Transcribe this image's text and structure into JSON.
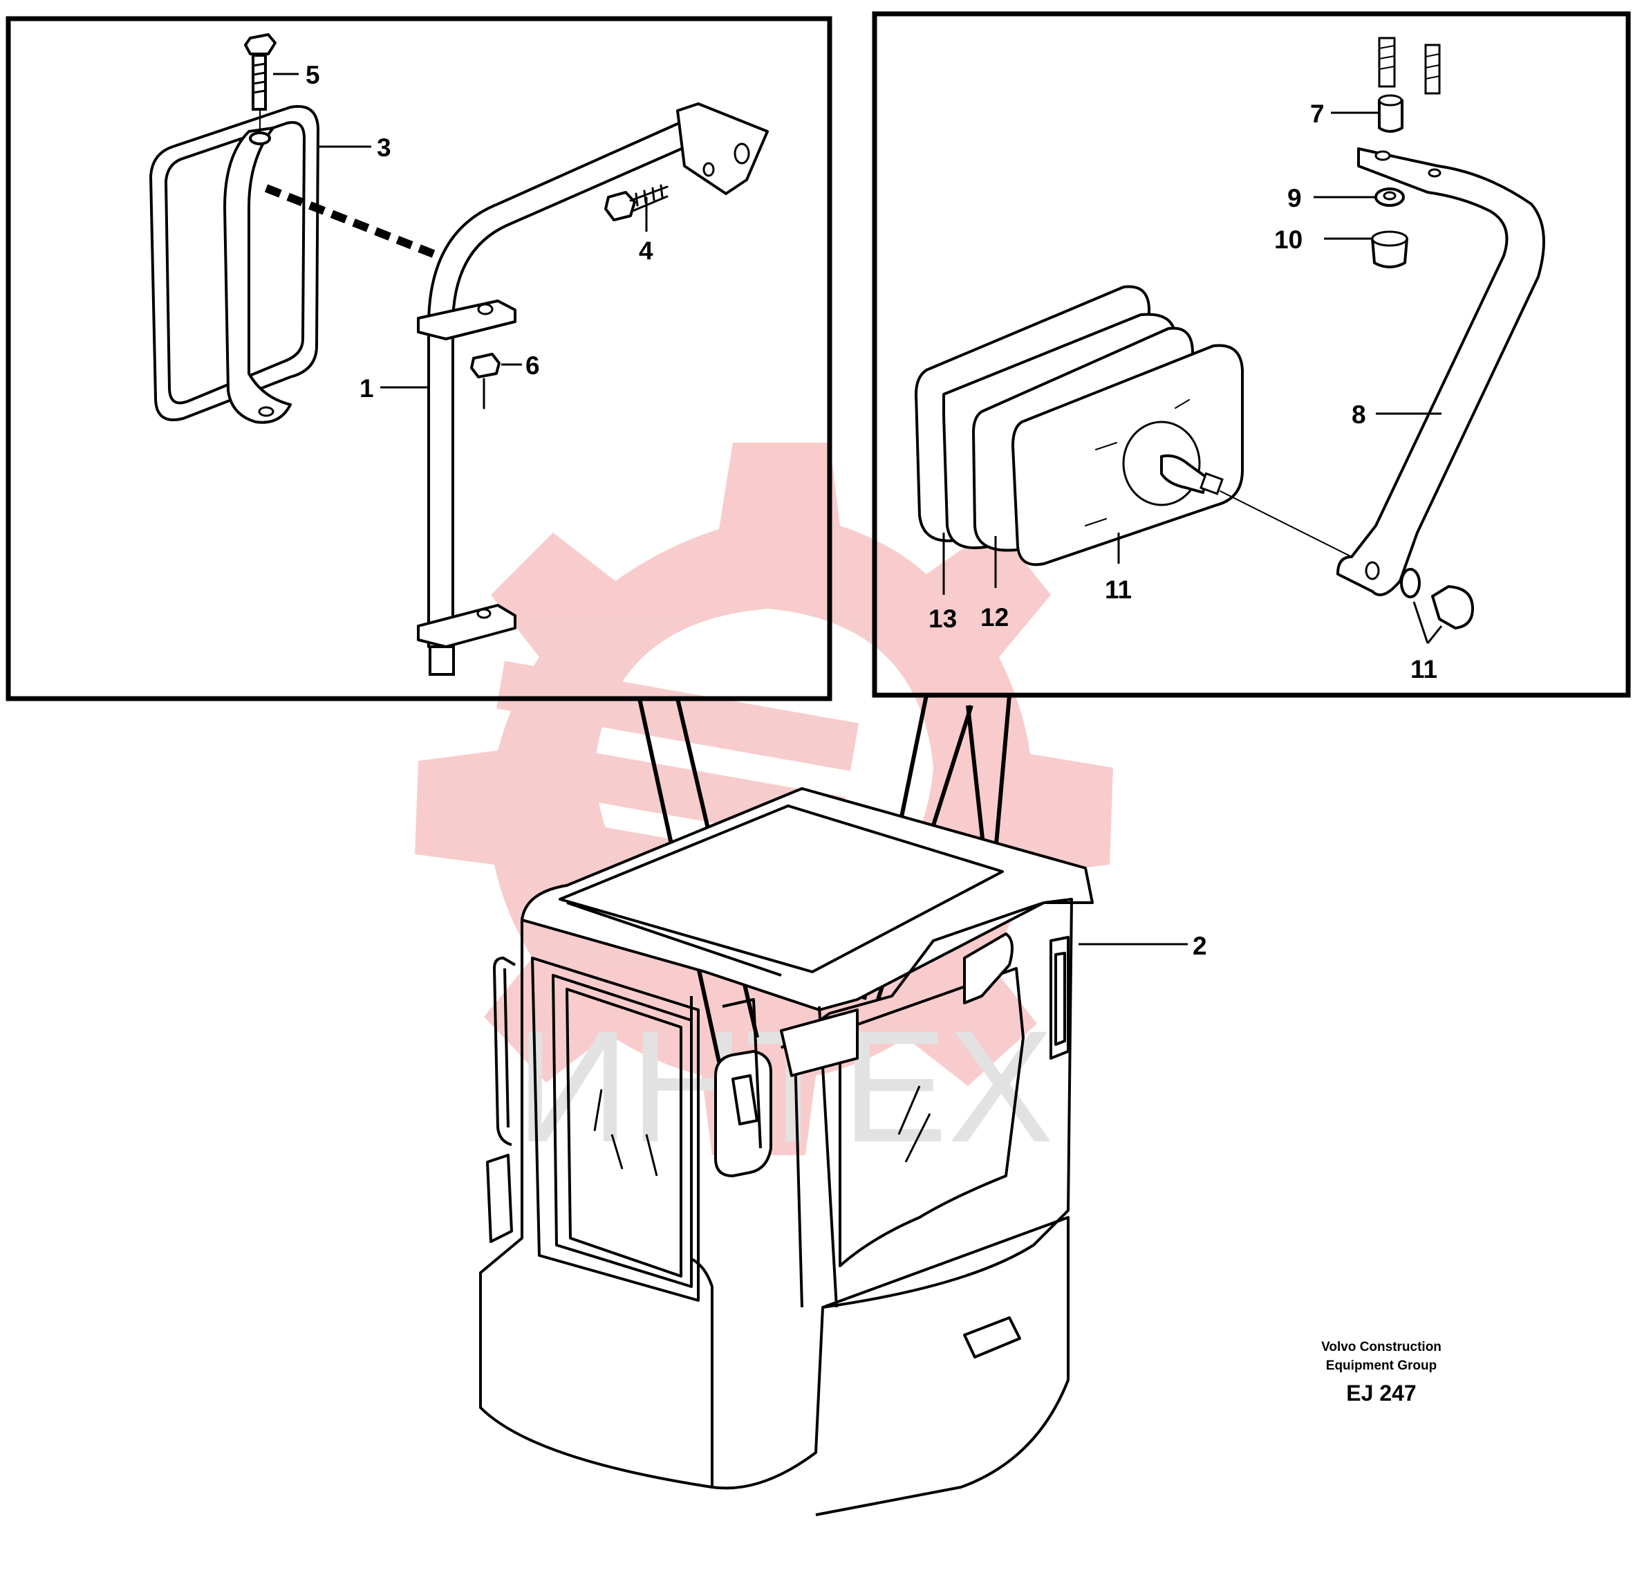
{
  "callouts": {
    "c1": "1",
    "c2": "2",
    "c3": "3",
    "c4": "4",
    "c5": "5",
    "c6": "6",
    "c7": "7",
    "c8": "8",
    "c9": "9",
    "c10": "10",
    "c11a": "11",
    "c11b": "11",
    "c12": "12",
    "c13": "13"
  },
  "caption": {
    "line1": "Volvo Construction",
    "line2": "Equipment Group",
    "code": "EJ 247"
  },
  "watermark": {
    "text": "ИНТЕХ",
    "gear_color": "#f7c7c7",
    "text_color": "#e2e2e2"
  }
}
